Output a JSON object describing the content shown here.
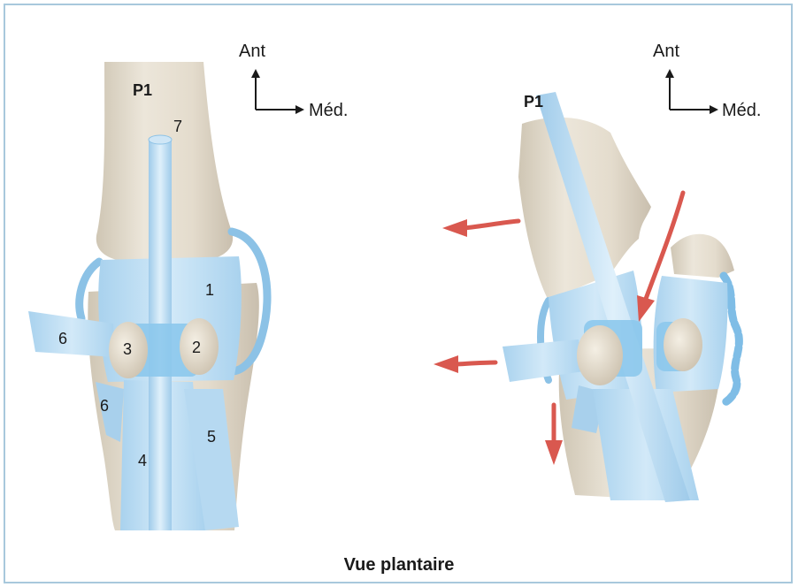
{
  "colors": {
    "frame": "#a8c8dc",
    "bone": "#e3dbcc",
    "bone_shadow": "#c9bfae",
    "ligament": "#bcdcf2",
    "ligament_dark": "#8cc2e6",
    "arrow": "#d9584f",
    "text": "#1a1a1a"
  },
  "left_view": {
    "bone_label": "P1",
    "orientation": {
      "ant": "Ant",
      "med": "Méd."
    },
    "numbers": [
      "1",
      "2",
      "3",
      "4",
      "5",
      "6",
      "6",
      "7"
    ]
  },
  "right_view": {
    "bone_label": "P1",
    "orientation": {
      "ant": "Ant",
      "med": "Méd."
    },
    "arrow_icons": [
      "arrow-left-icon",
      "arrow-left-icon",
      "arrow-down-icon",
      "arrow-down-left-icon"
    ]
  },
  "caption": "Vue plantaire"
}
